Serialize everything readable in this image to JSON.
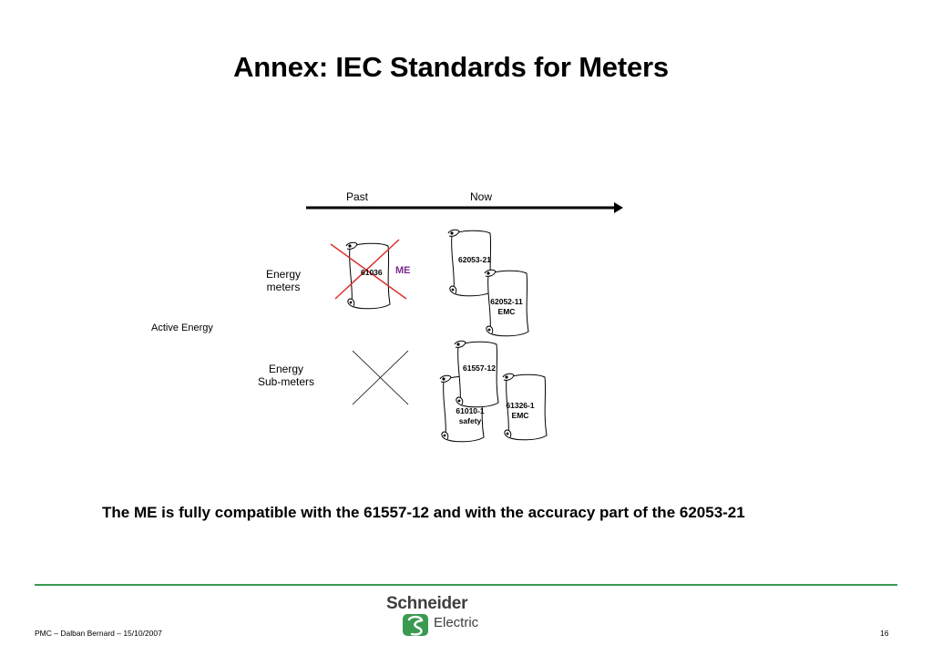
{
  "slide": {
    "title": "Annex: IEC Standards for Meters",
    "timeline": {
      "past": "Past",
      "now": "Now"
    },
    "category": "Active Energy",
    "rows": [
      {
        "label_line1": "Energy",
        "label_line2": "meters"
      },
      {
        "label_line1": "Energy",
        "label_line2": "Sub-meters"
      }
    ],
    "scrolls": {
      "s61036": "61036",
      "me_tag": "ME",
      "s62053_21": "62053-21",
      "s62052_11_line1": "62052-11",
      "s62052_11_line2": "EMC",
      "s61557_12": "61557-12",
      "s61010_1_line1": "61010-1",
      "s61010_1_line2": "safety",
      "s61326_1_line1": "61326-1",
      "s61326_1_line2": "EMC"
    },
    "statement": "The ME is fully compatible with the 61557-12 and with the accuracy part of the 62053-21"
  },
  "footer": {
    "left": "PMC – Dalban Bernard – 15/10/2007",
    "page": "16",
    "logo_line1": "Schneider",
    "logo_line2": "Electric"
  },
  "colors": {
    "accent_green": "#3a9a50",
    "cross_red": "#d9332e",
    "me_purple": "#7a2a8a"
  }
}
